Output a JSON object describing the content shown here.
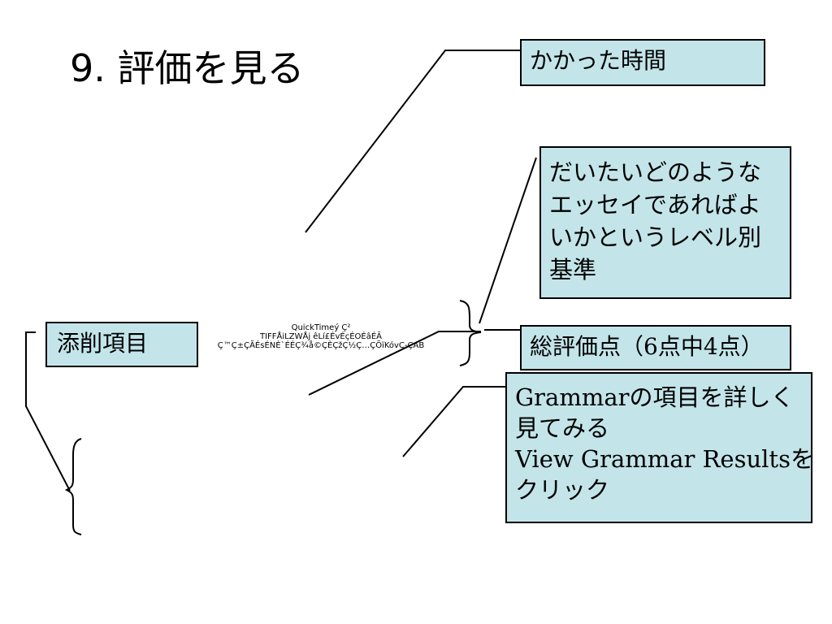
{
  "slide": {
    "title": "9. 評価を見る"
  },
  "boxes": {
    "time_taken": "かかった時間",
    "level_criteria": "だいたいどのようなエッセイであればよいかというレベル別基準",
    "total_score": "総評価点（6点中4点）",
    "grammar": {
      "line1": "Grammarの項目を詳しく",
      "line2": "見てみる",
      "line3": "View Grammar Resultsを",
      "line4": "クリック"
    },
    "correction_items": "添削項目"
  },
  "quicktime_notice": {
    "line1": "QuickTimeý Ç²",
    "line2": "TIFFÅiLZWÅj êLí£ÉvÉçÉOÉâÉÄ",
    "line3": "Ç™Ç±ÇÃÉsÉNÉ`ÉÉÇ¾å©ÇÈÇžÇ½Ç…ÇÕïKóvÇ-ÇAB"
  },
  "colors": {
    "box_fill": "#c3e5ea",
    "border": "#000000",
    "background": "#ffffff"
  }
}
